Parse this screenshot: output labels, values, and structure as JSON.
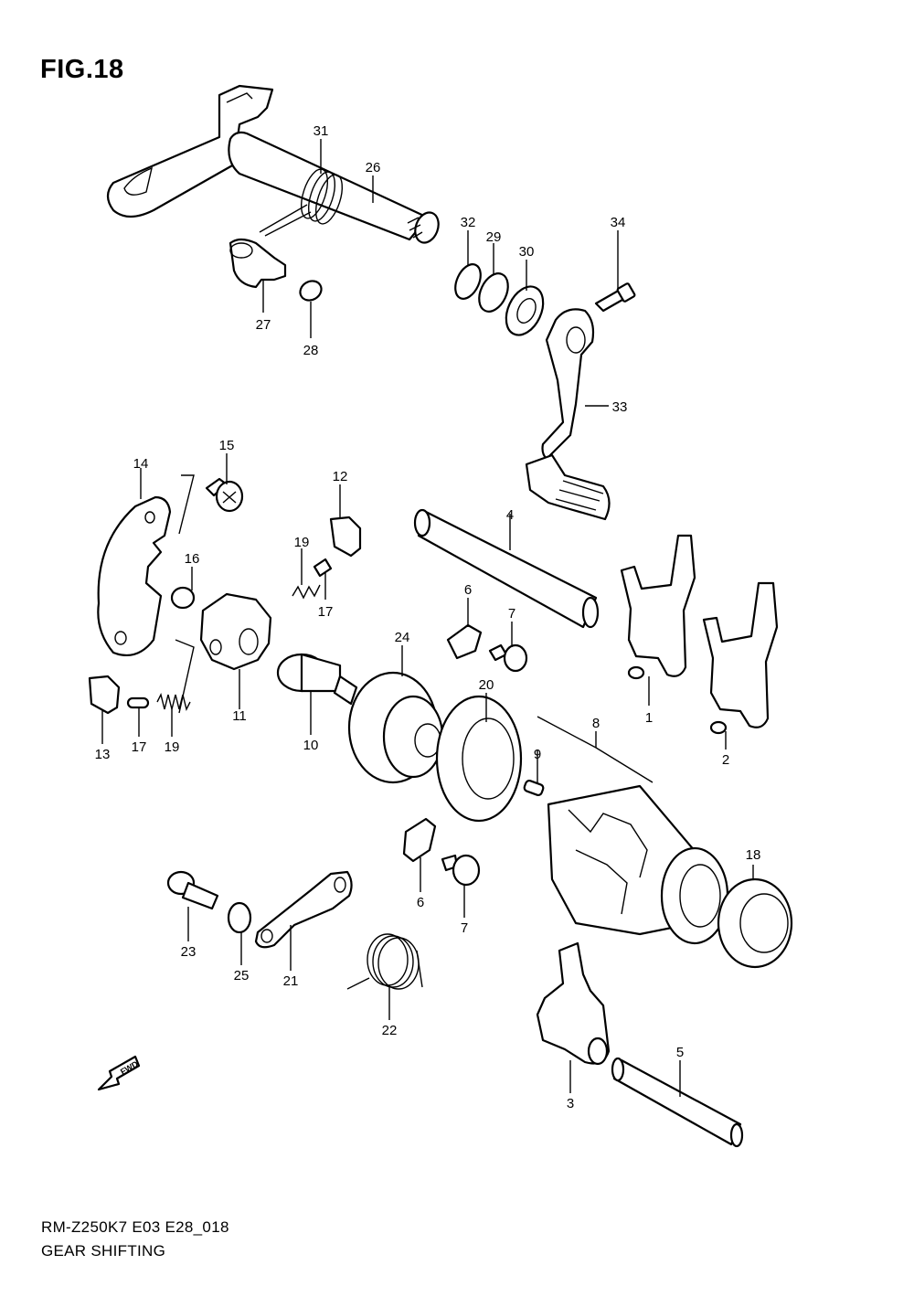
{
  "title": "FIG.18",
  "footer": {
    "model_code": "RM-Z250K7 E03 E28_018",
    "section_name": "GEAR SHIFTING"
  },
  "fwd_label": "FWD",
  "callouts": [
    "1",
    "2",
    "3",
    "4",
    "5",
    "6",
    "6",
    "7",
    "7",
    "8",
    "9",
    "10",
    "11",
    "12",
    "13",
    "14",
    "15",
    "16",
    "17",
    "17",
    "18",
    "19",
    "19",
    "20",
    "21",
    "22",
    "23",
    "24",
    "25",
    "26",
    "27",
    "28",
    "29",
    "30",
    "31",
    "32",
    "33",
    "34"
  ]
}
